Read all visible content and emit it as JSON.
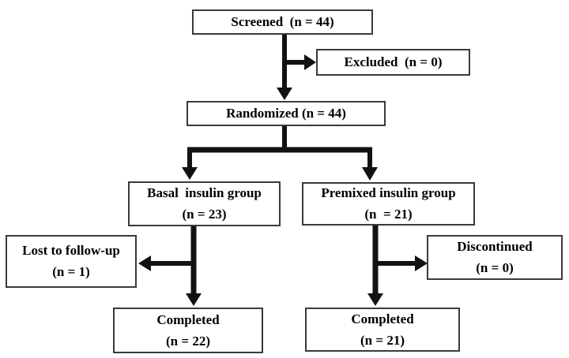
{
  "diagram": {
    "type": "flowchart",
    "description": "Participant flow diagram (CONSORT style)",
    "colors": {
      "background": "#ffffff",
      "box_fill": "#ffffff",
      "box_border": "#3a3a3a",
      "line": "#121212",
      "text": "#000000"
    },
    "boxes": {
      "screened": {
        "line1": "Screened  (n = 44)"
      },
      "excluded": {
        "line1": "Excluded  (n = 0)"
      },
      "randomized": {
        "line1": "Randomized (n = 44)"
      },
      "basal_group": {
        "line1": "Basal  insulin group",
        "line2": "(n = 23)"
      },
      "premixed_group": {
        "line1": "Premixed insulin group",
        "line2": "(n  = 21)"
      },
      "lost_to_followup": {
        "line1": "Lost to follow-up",
        "line2": "(n = 1)"
      },
      "discontinued": {
        "line1": "Discontinued",
        "line2": "(n = 0)"
      },
      "completed_basal": {
        "line1": "Completed",
        "line2": "(n = 22)"
      },
      "completed_premixed": {
        "line1": "Completed",
        "line2": "(n = 21)"
      }
    },
    "edges": [
      {
        "from": "screened",
        "to": "excluded"
      },
      {
        "from": "screened",
        "to": "randomized"
      },
      {
        "from": "randomized",
        "to": "basal_group"
      },
      {
        "from": "randomized",
        "to": "premixed_group"
      },
      {
        "from": "basal_group",
        "to": "lost_to_followup"
      },
      {
        "from": "basal_group",
        "to": "completed_basal"
      },
      {
        "from": "premixed_group",
        "to": "discontinued"
      },
      {
        "from": "premixed_group",
        "to": "completed_premixed"
      }
    ]
  }
}
